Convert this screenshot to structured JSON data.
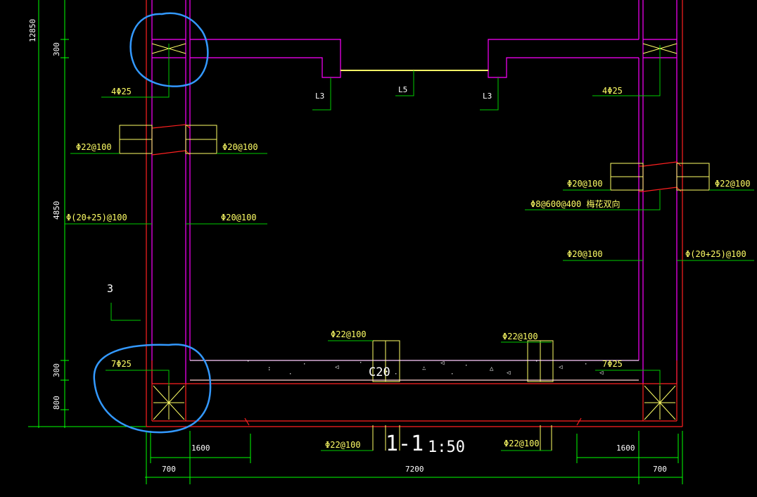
{
  "drawing": {
    "title": "1-1",
    "scale": "1:50",
    "colors": {
      "background": "#000000",
      "wall": "#ff00ff",
      "section": "#ff2020",
      "rebar_label": "#ffff66",
      "leader": "#00cc00",
      "dimension": "#00ff00",
      "text": "#ffffff",
      "markup": "#3399ff"
    }
  },
  "dimensions": {
    "total_height": "12850",
    "top_beam": "300",
    "wall_height": "4850",
    "bottom_beam": "300",
    "foundation": "800",
    "left_wall": "700",
    "span": "7200",
    "right_wall": "700",
    "left_offset": "1600",
    "right_offset": "1600"
  },
  "labels": {
    "top_left_bars": "4Φ25",
    "top_right_bars": "4Φ25",
    "beam_l3_left": "L3",
    "beam_l5": "L5",
    "beam_l3_right": "L3",
    "left_outer_horiz": "Φ22@100",
    "left_inner_horiz": "Φ20@100",
    "left_outer_vert": "Φ(20+25)@100",
    "left_inner_vert": "Φ20@100",
    "right_inner_horiz": "Φ20@100",
    "right_outer_horiz": "Φ22@100",
    "tie_bars": "Φ8@600@400  梅花双向",
    "right_inner_vert": "Φ20@100",
    "right_outer_vert": "Φ(20+25)@100",
    "section_mark": "3",
    "bottom_left_bars": "7Φ25",
    "bottom_right_bars": "7Φ25",
    "slab_top_left": "Φ22@100",
    "slab_top_right": "Φ22@100",
    "slab_bottom_left": "Φ22@100",
    "slab_bottom_right": "Φ22@100",
    "concrete_cover": "C20"
  },
  "annotations": {
    "highlight_color": "#3399ff",
    "highlights": [
      "top-left beam corner",
      "bottom-left beam corner"
    ]
  }
}
